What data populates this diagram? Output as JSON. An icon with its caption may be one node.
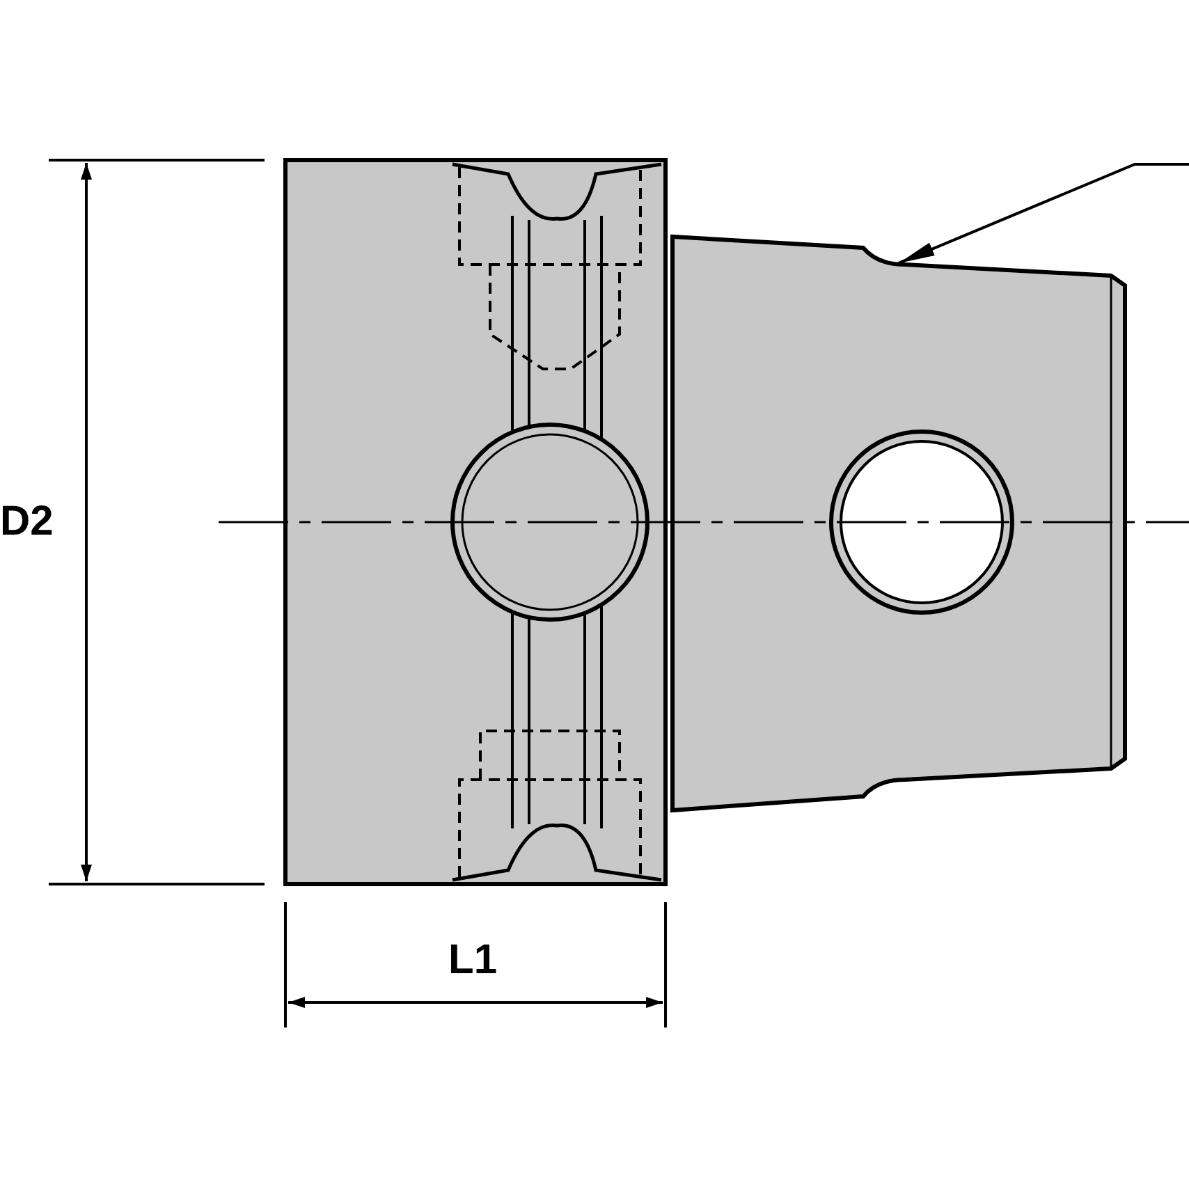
{
  "diagram": {
    "nodes": [
      {
        "text": [],
        "shape": "picture"
      },
      {
        "text": [],
        "shape": "picture"
      }
    ],
    "edges": [
      {
        "from": null,
        "to": 1,
        "arrow": "to"
      }
    ],
    "labels": [
      "D2",
      "L1"
    ]
  }
}
